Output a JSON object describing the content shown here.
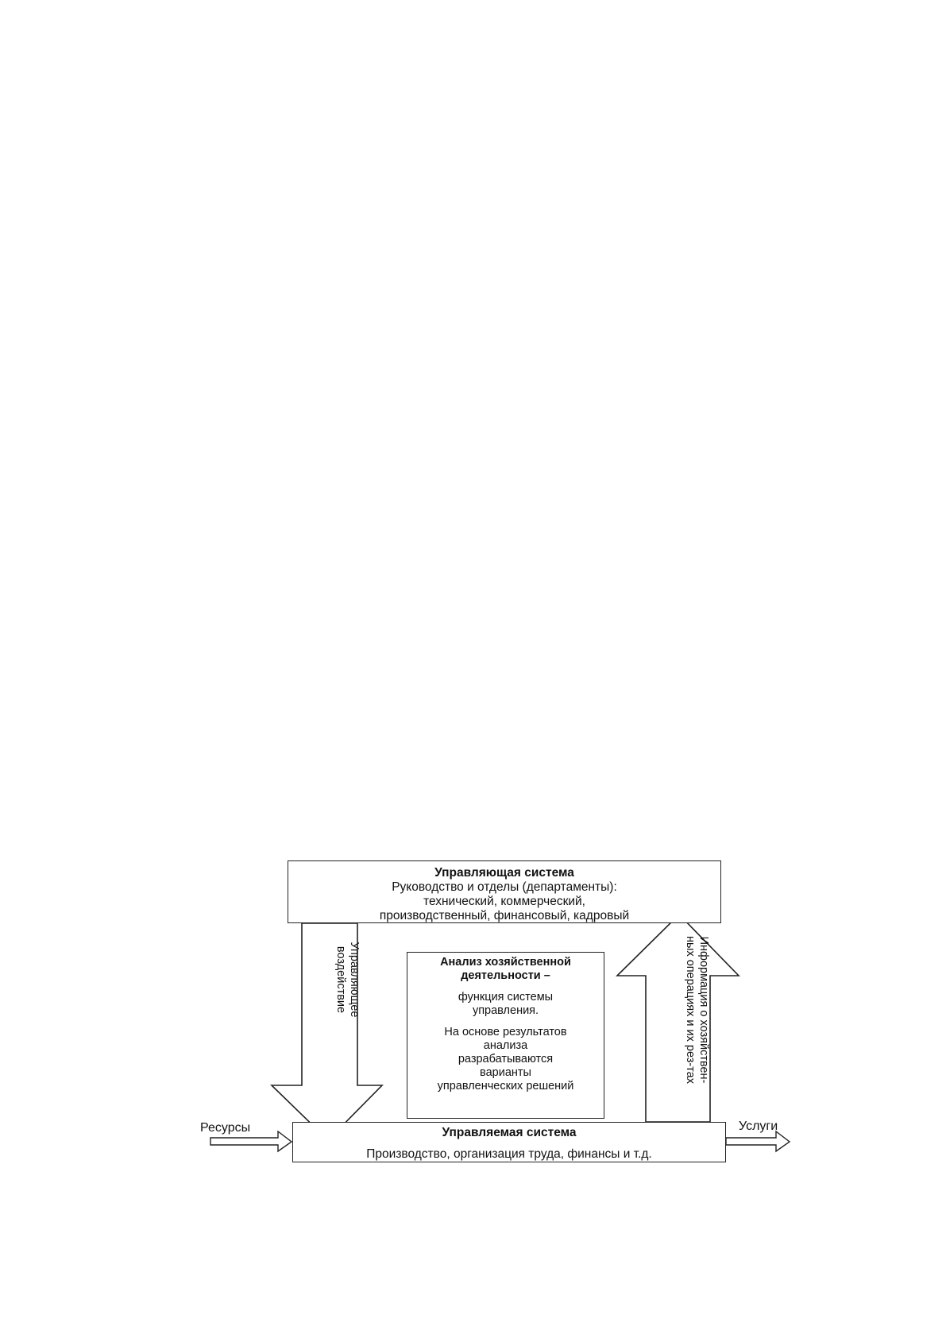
{
  "diagram": {
    "controlling_system": {
      "title": "Управляющая система",
      "lines": [
        "Руководство и отделы (департаменты):",
        "технический, коммерческий,",
        "производственный, финансовый, кадровый"
      ]
    },
    "analysis": {
      "title_lines": [
        "Анализ хозяйственной",
        "деятельности –"
      ],
      "function_lines": [
        "функция системы",
        "управления."
      ],
      "result_lines": [
        "На основе результатов",
        "анализа",
        "разрабатываются",
        "варианты",
        "управленческих решений"
      ]
    },
    "managed_system": {
      "title": "Управляемая система",
      "subtitle": "Производство, организация труда, финансы и т.д."
    },
    "control_action": {
      "lines": [
        "Управляющее",
        "воздействие"
      ]
    },
    "information": {
      "lines": [
        "Информация о хозяйствен-",
        "ных операциях и их рез-тах"
      ]
    },
    "input_label": "Ресурсы",
    "output_label": "Услуги"
  },
  "colors": {
    "stroke": "#222222",
    "fill": "#ffffff",
    "text": "#111111"
  }
}
